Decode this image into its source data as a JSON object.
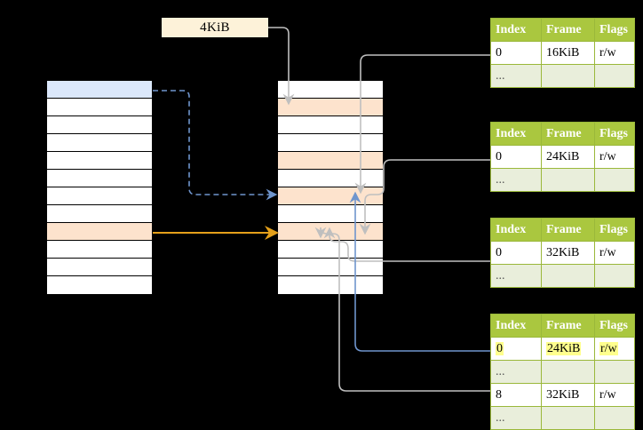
{
  "diagram": {
    "title_label": "4KiB",
    "virtual_column": {
      "name": "virtual-address-space-column",
      "rows": [
        {
          "fill": "blue"
        },
        {
          "fill": "white"
        },
        {
          "fill": "white"
        },
        {
          "fill": "white"
        },
        {
          "fill": "white"
        },
        {
          "fill": "white"
        },
        {
          "fill": "white"
        },
        {
          "fill": "white"
        },
        {
          "fill": "orange"
        },
        {
          "fill": "white"
        },
        {
          "fill": "white"
        },
        {
          "fill": "white"
        }
      ]
    },
    "physical_column": {
      "name": "physical-memory-column",
      "rows": [
        {
          "fill": "white"
        },
        {
          "fill": "orange"
        },
        {
          "fill": "white"
        },
        {
          "fill": "white"
        },
        {
          "fill": "orange"
        },
        {
          "fill": "white"
        },
        {
          "fill": "orange"
        },
        {
          "fill": "white"
        },
        {
          "fill": "orange"
        },
        {
          "fill": "white"
        },
        {
          "fill": "white"
        },
        {
          "fill": "white"
        }
      ]
    },
    "tables": [
      {
        "name": "page-table-1",
        "headers": [
          "Index",
          "Frame",
          "Flags"
        ],
        "rows": [
          {
            "cells": [
              "0",
              "16KiB",
              "r/w"
            ],
            "highlight": [
              false,
              false,
              false
            ]
          },
          {
            "cells": [
              "...",
              "",
              ""
            ],
            "dots": true
          }
        ]
      },
      {
        "name": "page-table-2",
        "headers": [
          "Index",
          "Frame",
          "Flags"
        ],
        "rows": [
          {
            "cells": [
              "0",
              "24KiB",
              "r/w"
            ],
            "highlight": [
              false,
              false,
              false
            ]
          },
          {
            "cells": [
              "...",
              "",
              ""
            ],
            "dots": true
          }
        ]
      },
      {
        "name": "page-table-3",
        "headers": [
          "Index",
          "Frame",
          "Flags"
        ],
        "rows": [
          {
            "cells": [
              "0",
              "32KiB",
              "r/w"
            ],
            "highlight": [
              false,
              false,
              false
            ]
          },
          {
            "cells": [
              "...",
              "",
              ""
            ],
            "dots": true
          }
        ]
      },
      {
        "name": "page-table-4",
        "headers": [
          "Index",
          "Frame",
          "Flags"
        ],
        "rows": [
          {
            "cells": [
              "0",
              "24KiB",
              "r/w"
            ],
            "highlight": [
              true,
              true,
              true
            ]
          },
          {
            "cells": [
              "...",
              "",
              ""
            ],
            "dots": true
          },
          {
            "cells": [
              "8",
              "32KiB",
              "r/w"
            ],
            "highlight": [
              false,
              false,
              false
            ]
          },
          {
            "cells": [
              "...",
              "",
              ""
            ],
            "dots": true
          }
        ]
      }
    ],
    "colors": {
      "header_green": "#aac73f",
      "dots_green": "#e9eedb",
      "blue_cell": "#dbe8fb",
      "orange_cell": "#fde3cd",
      "label_cream": "#fdf2d9",
      "highlight_yellow": "#ffff8d",
      "arrow_blue": "#6f95cd",
      "arrow_orange": "#e5a01a",
      "wire_gray": "#bfbfbf"
    }
  }
}
